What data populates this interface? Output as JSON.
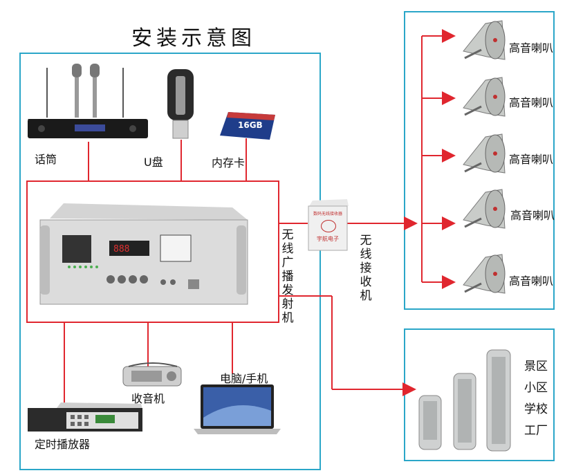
{
  "title": "安装示意图",
  "top_devices": {
    "microphone": "话筒",
    "usb": "U盘",
    "memory_card": "内存卡",
    "memory_card_text": "16GB"
  },
  "transmitter_label": "无线广播发射机",
  "receiver_label": "无线接收机",
  "receiver_box_text": {
    "line1": "数码无线接收器",
    "line2": "宇航电子"
  },
  "speaker_label": "高音喇叭",
  "bottom_devices": {
    "radio": "收音机",
    "computer": "电脑/手机",
    "timer": "定时播放器"
  },
  "venues": [
    "景区",
    "小区",
    "学校",
    "工厂"
  ],
  "colors": {
    "red": "#e0262e",
    "blue": "#2aa6c8"
  }
}
